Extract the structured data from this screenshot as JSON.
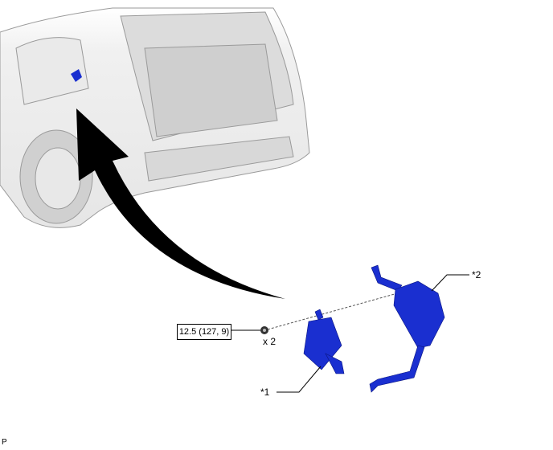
{
  "torque_spec": "12.5 (127, 9)",
  "quantity": "x 2",
  "callouts": [
    "*1",
    "*2"
  ],
  "footer_code": "P",
  "colors": {
    "part": "#1a2fd0",
    "arrow": "#000000",
    "car": "#c8c8c8"
  }
}
